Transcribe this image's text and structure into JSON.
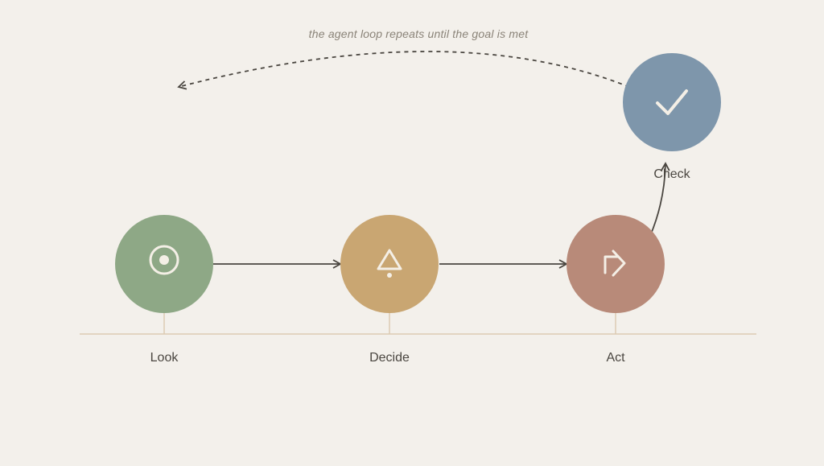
{
  "caption": "the agent loop repeats until the goal is met",
  "steps": [
    {
      "label": "Look",
      "icon": "target-icon",
      "color": "#8ea886"
    },
    {
      "label": "Decide",
      "icon": "triangle-icon",
      "color": "#c9a672"
    },
    {
      "label": "Act",
      "icon": "redirect-arrow-icon",
      "color": "#b88a79"
    },
    {
      "label": "Check",
      "icon": "checkmark-icon",
      "color": "#7e96ab"
    }
  ],
  "colors": {
    "background": "#f3f0eb",
    "connector": "#4a4640",
    "baseline": "#dccbb3",
    "icon_stroke": "#f4efe6"
  }
}
